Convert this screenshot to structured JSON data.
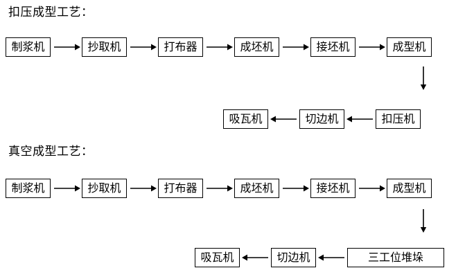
{
  "document": {
    "title_1": "扣压成型工艺：",
    "title_2": "真空成型工艺："
  },
  "icons": {
    "arrow_right": "arrow-right-icon",
    "arrow_left": "arrow-left-icon",
    "arrow_down": "arrow-down-icon"
  },
  "process_1": {
    "title": "扣压成型工艺：",
    "forward_row": [
      {
        "label": "制浆机"
      },
      {
        "label": "抄取机"
      },
      {
        "label": "打布器"
      },
      {
        "label": "成坯机"
      },
      {
        "label": "接坯机"
      },
      {
        "label": "成型机"
      }
    ],
    "return_row": [
      {
        "label": "吸瓦机"
      },
      {
        "label": "切边机"
      },
      {
        "label": "扣压机"
      }
    ]
  },
  "process_2": {
    "title": "真空成型工艺：",
    "forward_row": [
      {
        "label": "制浆机"
      },
      {
        "label": "抄取机"
      },
      {
        "label": "打布器"
      },
      {
        "label": "成坯机"
      },
      {
        "label": "接坯机"
      },
      {
        "label": "成型机"
      }
    ],
    "return_row": [
      {
        "label": "吸瓦机"
      },
      {
        "label": "切边机"
      },
      {
        "label": "三工位堆垛"
      }
    ]
  },
  "colors": {
    "background": "#ffffff",
    "line": "#000000",
    "text": "#000000"
  }
}
